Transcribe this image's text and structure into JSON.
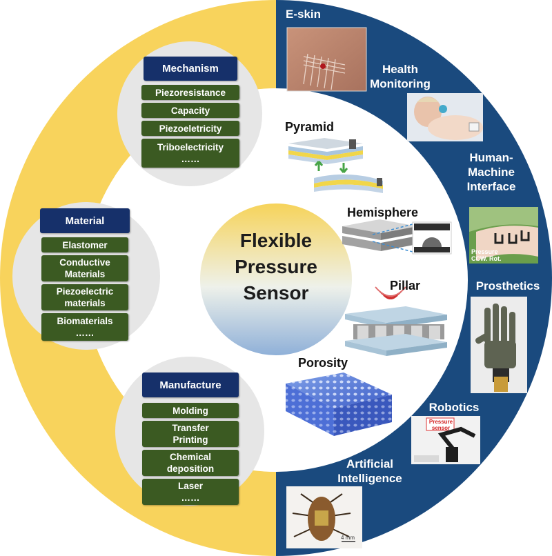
{
  "colors": {
    "left_half": "#f8d35c",
    "right_half": "#1a4a7e",
    "grey_circle": "#e6e6e6",
    "navy_box": "#16306a",
    "green_box": "#3b5a22"
  },
  "center": {
    "lines": [
      "Flexible",
      "Pressure",
      "Sensor"
    ]
  },
  "groups": {
    "mechanism": {
      "title": "Mechanism",
      "items": [
        "Piezoresistance",
        "Capacity",
        "Piezoeletricity",
        "Triboelectricity\n……"
      ]
    },
    "material": {
      "title": "Material",
      "items": [
        "Elastomer",
        "Conductive\nMaterials",
        "Piezoelectric\nmaterials",
        "Biomaterials\n……"
      ]
    },
    "manufacture": {
      "title": "Manufacture",
      "items": [
        "Molding",
        "Transfer\nPrinting",
        "Chemical\ndeposition",
        "Laser\n……"
      ]
    }
  },
  "structures": [
    "Pyramid",
    "Hemisphere",
    "Pillar",
    "Porosity"
  ],
  "applications": [
    {
      "label": "E-skin",
      "icon": "e-skin-photo"
    },
    {
      "label": "Health\nMonitoring",
      "icon": "infant-monitoring-photo"
    },
    {
      "label": "Human-\nMachine\nInterface",
      "icon": "wrist-sensor-photo"
    },
    {
      "label": "Prosthetics",
      "icon": "prosthetic-hand-photo"
    },
    {
      "label": "Robotics",
      "icon": "robot-arm-photo"
    },
    {
      "label": "Artificial\nIntelligence",
      "icon": "insect-robot-photo"
    }
  ],
  "photo_captions": {
    "pressure_rot": "Pressure\nCCW. Rot.",
    "pressure_sensor": "Pressure\nsensor",
    "scale": "4 mm"
  }
}
